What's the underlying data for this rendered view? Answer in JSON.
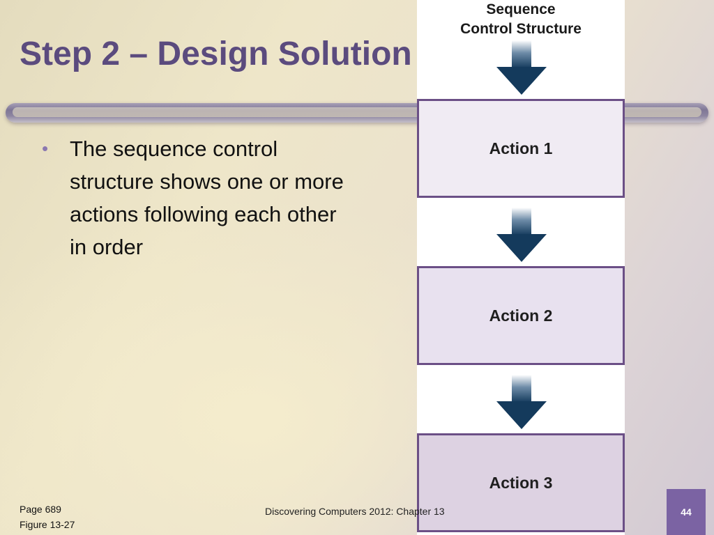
{
  "slide": {
    "title": "Step 2 – Design Solution",
    "bullets": [
      "The sequence control structure shows one or more actions following each other in order"
    ],
    "bullet_symbol": "•",
    "footer": {
      "page_ref": "Page 689",
      "figure_ref": "Figure 13-27",
      "book": "Discovering Computers 2012: Chapter 13",
      "slide_number": "44"
    },
    "colors": {
      "title": "#5b4b7e",
      "accent": "#7b63a3",
      "box_border": "#6b4f86",
      "arrow": "#143a5c"
    }
  },
  "figure": {
    "title_lines": [
      "Sequence",
      "Control Structure"
    ],
    "actions": [
      {
        "label": "Action 1",
        "fill": "#f0ebf3"
      },
      {
        "label": "Action 2",
        "fill": "#e8e1ef"
      },
      {
        "label": "Action 3",
        "fill": "#ddd2e2"
      }
    ]
  }
}
